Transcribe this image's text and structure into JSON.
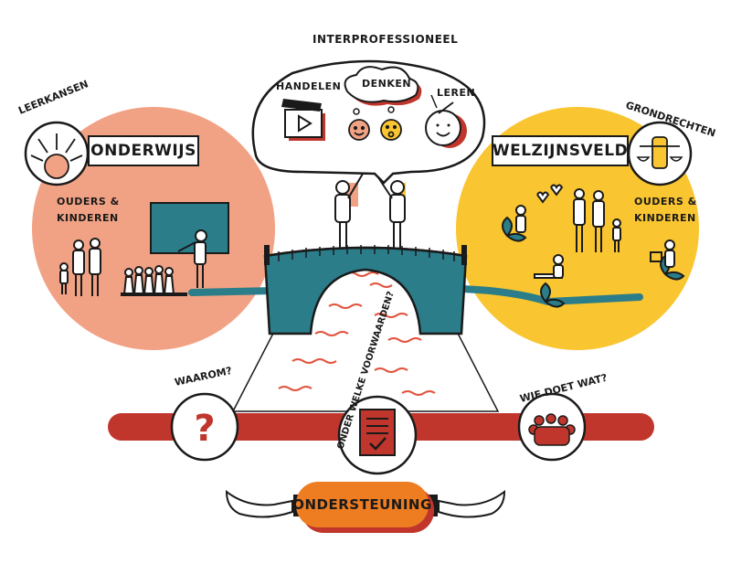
{
  "title": "INTERPROFESSIONEEL",
  "thought_bubble": {
    "items": [
      "HANDELEN",
      "DENKEN",
      "LEREN"
    ]
  },
  "left": {
    "circle_label": "ONDERWIJS",
    "icon_label": "LEERKANSEN",
    "people_label_line1": "OUDERS &",
    "people_label_line2": "KINDEREN"
  },
  "right": {
    "circle_label": "WELZIJNSVELD",
    "icon_label": "GRONDRECHTEN",
    "people_label_line1": "OUDERS &",
    "people_label_line2": "KINDEREN"
  },
  "band": {
    "items": [
      {
        "label": "WAAROM?",
        "icon": "question-mark-icon"
      },
      {
        "label": "ONDER WELKE VOORWAARDEN?",
        "icon": "checklist-document-icon"
      },
      {
        "label": "WIE DOET WAT?",
        "icon": "group-people-icon"
      }
    ]
  },
  "support_label": "ONDERSTEUNING",
  "colors": {
    "salmon": "#f2a284",
    "yellow": "#f9c530",
    "teal": "#2b7d8a",
    "red": "#c0362c",
    "orange": "#ee7d22",
    "river": "#e2533d"
  }
}
